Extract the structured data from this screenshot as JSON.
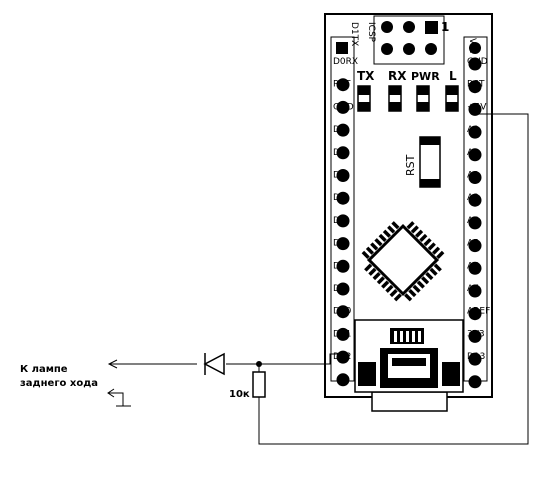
{
  "board": {
    "left_pins": [
      "D0RX",
      "RST",
      "GND",
      "D2",
      "D3",
      "D4",
      "D5",
      "D6",
      "D7",
      "D8",
      "D9",
      "D10",
      "D11",
      "D12"
    ],
    "right_pins": [
      "VIN",
      "GND",
      "RST",
      "+5V",
      "A0",
      "A1",
      "A2",
      "A3",
      "A4",
      "A5",
      "A6",
      "A7",
      "AREF",
      "3V3",
      "D13"
    ],
    "top_left_label": "D1TX",
    "icsp_label": "ICSP",
    "icsp_pin_one": "1",
    "leds": [
      "TX",
      "RX",
      "PWR",
      "L"
    ],
    "reset_button": "RST"
  },
  "labels": {
    "lamp_line1": "К лампе",
    "lamp_line2": "заднего хода",
    "resistor": "10к"
  },
  "colors": {
    "line": "#000000",
    "background": "#ffffff"
  }
}
